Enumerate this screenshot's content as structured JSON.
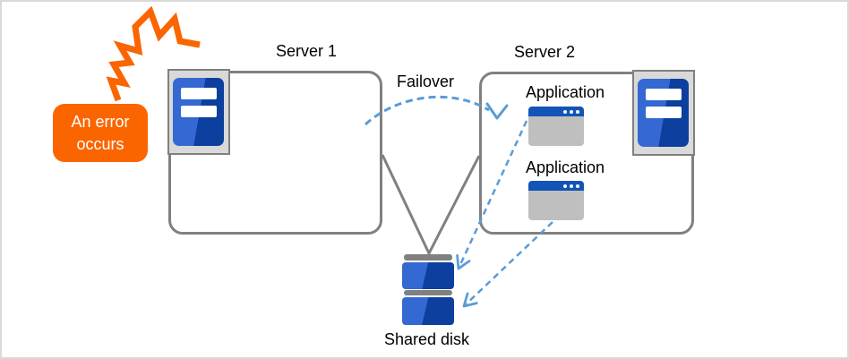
{
  "colors": {
    "orange": "#FB6500",
    "blue_light": "#3468D2",
    "blue_dark": "#0C3F9E",
    "titlebar_blue": "#1254B8",
    "arrow_blue": "#5B9BD5",
    "line_gray": "#808080",
    "icon_bg": "#D9D9D9",
    "app_body_gray": "#BFBFBF"
  },
  "error_callout": {
    "line1": "An error",
    "line2": "occurs"
  },
  "servers": [
    {
      "label": "Server 1"
    },
    {
      "label": "Server 2"
    }
  ],
  "failover_label": "Failover",
  "applications": [
    {
      "label": "Application"
    },
    {
      "label": "Application"
    }
  ],
  "shared_disk_label": "Shared disk"
}
